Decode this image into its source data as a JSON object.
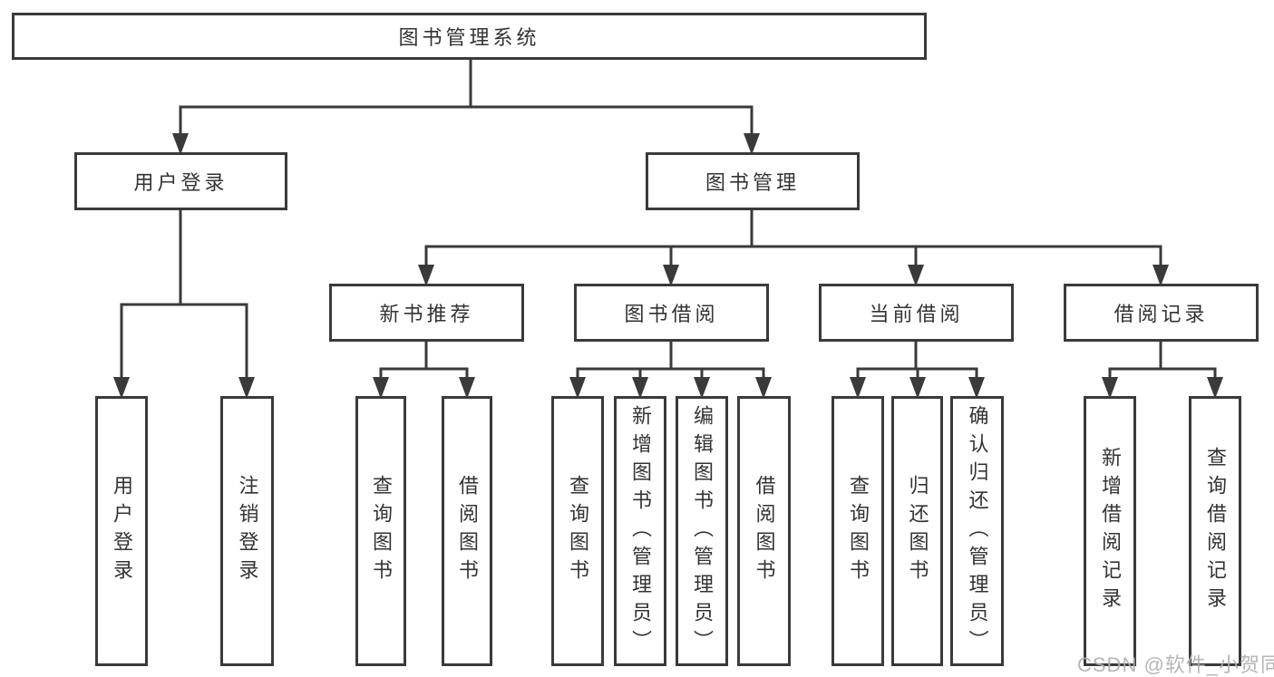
{
  "diagram": {
    "root": {
      "label": "图书管理系统"
    },
    "branches": [
      {
        "label": "用户登录",
        "children": [
          {
            "label": "用户登录"
          },
          {
            "label": "注销登录"
          }
        ]
      },
      {
        "label": "图书管理",
        "children": [
          {
            "label": "新书推荐",
            "children": [
              {
                "label": "查询图书"
              },
              {
                "label": "借阅图书"
              }
            ]
          },
          {
            "label": "图书借阅",
            "children": [
              {
                "label": "查询图书"
              },
              {
                "label": "新增图书（管理员）"
              },
              {
                "label": "编辑图书（管理员）"
              },
              {
                "label": "借阅图书"
              }
            ]
          },
          {
            "label": "当前借阅",
            "children": [
              {
                "label": "查询图书"
              },
              {
                "label": "归还图书"
              },
              {
                "label": "确认归还（管理员）"
              }
            ]
          },
          {
            "label": "借阅记录",
            "children": [
              {
                "label": "新增借阅记录"
              },
              {
                "label": "查询借阅记录"
              }
            ]
          }
        ]
      }
    ]
  },
  "watermark": {
    "text": "CSDN @软件_小贺同学"
  },
  "colors": {
    "line": "#3a3a3a",
    "text": "#333333",
    "background": "#ffffff",
    "watermark": "#b0b0b0"
  }
}
